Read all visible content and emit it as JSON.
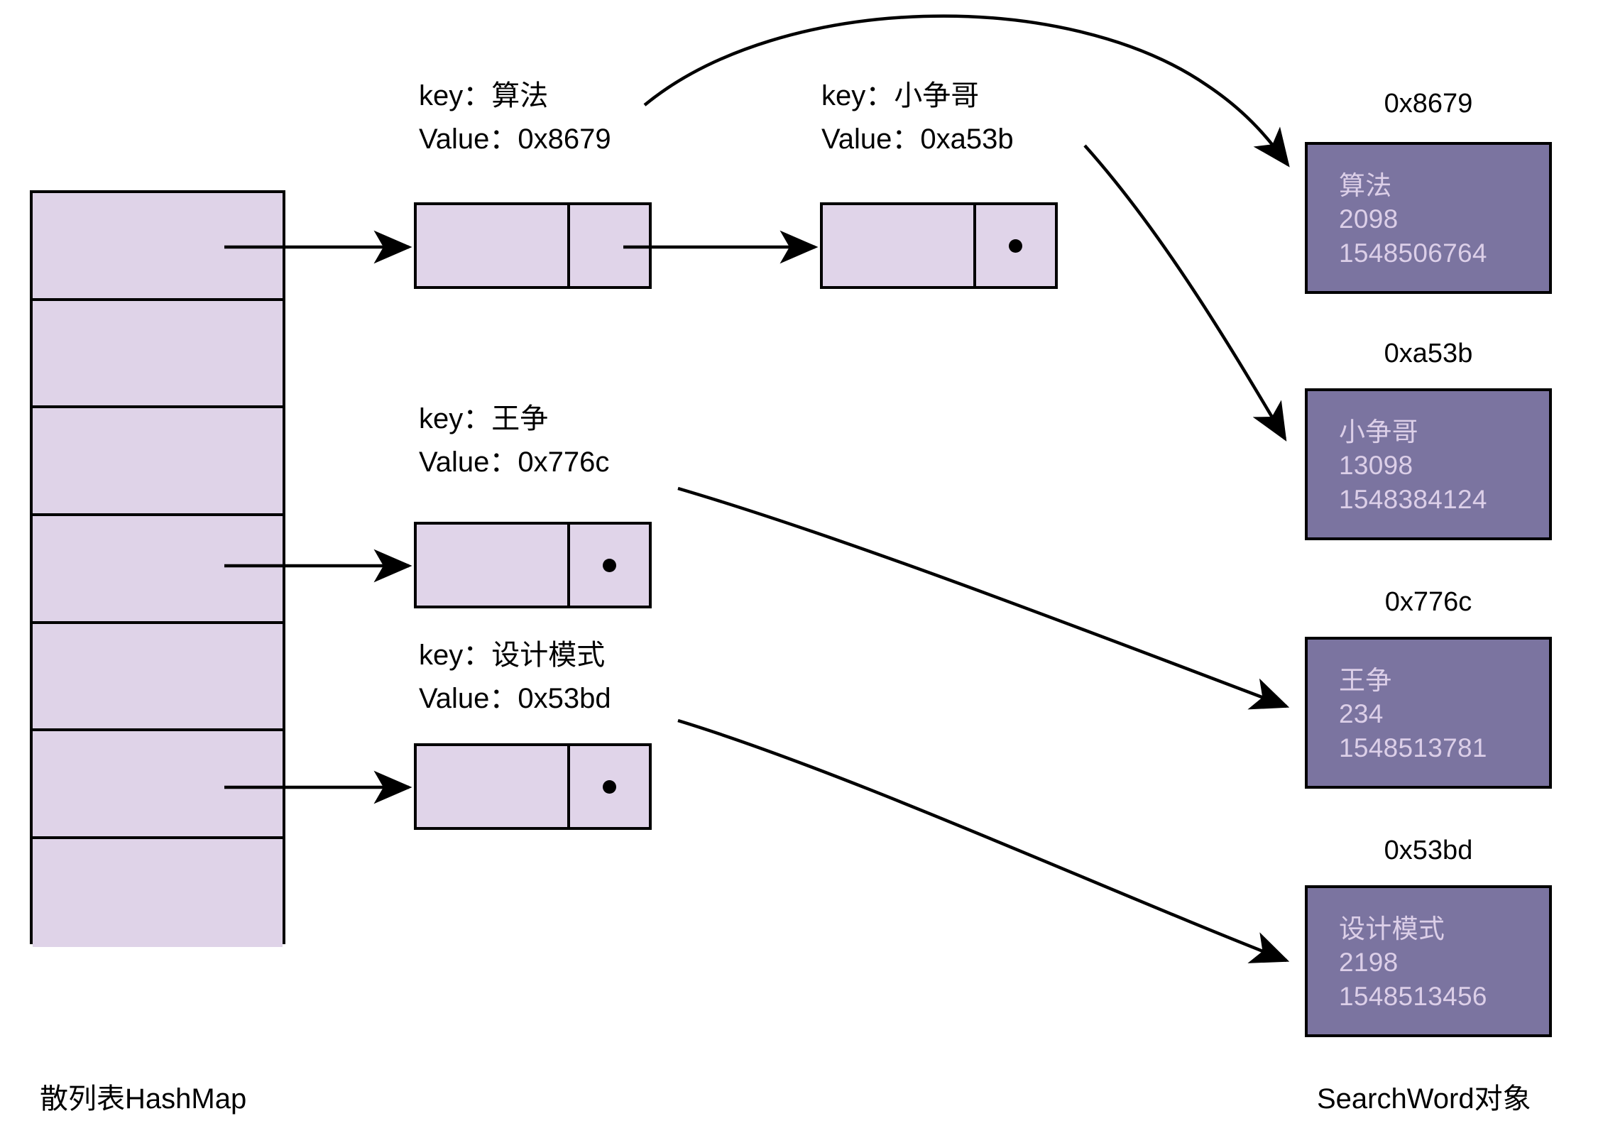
{
  "diagram": {
    "captions": {
      "left": "散列表HashMap",
      "right": "SearchWord对象"
    },
    "colors": {
      "slot_fill": "#dfd3e8",
      "node_fill": "#e0d4e9",
      "object_fill": "#7b74a0",
      "object_text": "#dccfe8",
      "stroke": "#000000"
    }
  },
  "hash_table": {
    "slot_count": 7,
    "slots": [
      {
        "index": 0,
        "has_chain": true
      },
      {
        "index": 1,
        "has_chain": false
      },
      {
        "index": 2,
        "has_chain": false
      },
      {
        "index": 3,
        "has_chain": true
      },
      {
        "index": 4,
        "has_chain": false
      },
      {
        "index": 5,
        "has_chain": true
      },
      {
        "index": 6,
        "has_chain": false
      }
    ]
  },
  "chains": [
    {
      "id": "chain-0",
      "entries": [
        {
          "key_label": "key：算法",
          "value_label": "Value：0x8679",
          "key": "算法",
          "value": "0x8679",
          "terminal": false
        },
        {
          "key_label": "key：小争哥",
          "value_label": "Value：0xa53b",
          "key": "小争哥",
          "value": "0xa53b",
          "terminal": true
        }
      ]
    },
    {
      "id": "chain-1",
      "entries": [
        {
          "key_label": "key：王争",
          "value_label": "Value：0x776c",
          "key": "王争",
          "value": "0x776c",
          "terminal": true
        }
      ]
    },
    {
      "id": "chain-2",
      "entries": [
        {
          "key_label": "key：设计模式",
          "value_label": "Value：0x53bd",
          "key": "设计模式",
          "value": "0x53bd",
          "terminal": true
        }
      ]
    }
  ],
  "objects": [
    {
      "address": "0x8679",
      "word": "算法",
      "count": "2098",
      "timestamp": "1548506764"
    },
    {
      "address": "0xa53b",
      "word": "小争哥",
      "count": "13098",
      "timestamp": "1548384124"
    },
    {
      "address": "0x776c",
      "word": "王争",
      "count": "234",
      "timestamp": "1548513781"
    },
    {
      "address": "0x53bd",
      "word": "设计模式",
      "count": "2198",
      "timestamp": "1548513456"
    }
  ]
}
